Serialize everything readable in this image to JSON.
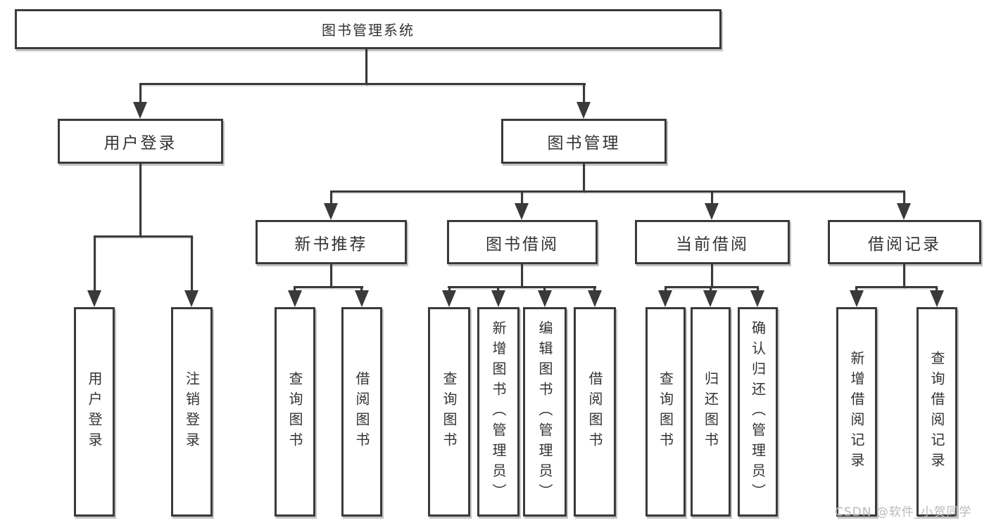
{
  "tree": {
    "label": "图书管理系统",
    "children": [
      {
        "label": "用户登录",
        "children": [
          {
            "label": "用户登录"
          },
          {
            "label": "注销登录"
          }
        ]
      },
      {
        "label": "图书管理",
        "children": [
          {
            "label": "新书推荐",
            "children": [
              {
                "label": "查询图书"
              },
              {
                "label": "借阅图书"
              }
            ]
          },
          {
            "label": "图书借阅",
            "children": [
              {
                "label": "查询图书"
              },
              {
                "label": "新增图书（管理员）"
              },
              {
                "label": "编辑图书（管理员）"
              },
              {
                "label": "借阅图书"
              }
            ]
          },
          {
            "label": "当前借阅",
            "children": [
              {
                "label": "查询图书"
              },
              {
                "label": "归还图书"
              },
              {
                "label": "确认归还（管理员）"
              }
            ]
          },
          {
            "label": "借阅记录",
            "children": [
              {
                "label": "新增借阅记录"
              },
              {
                "label": "查询借阅记录"
              }
            ]
          }
        ]
      }
    ]
  },
  "watermark": {
    "text": "CSDN @软件_小贺同学"
  },
  "colors": {
    "line": "#3a3a3a",
    "text": "#333333",
    "box_background": "#ffffff",
    "page_background": "#ffffff",
    "shadow": "#c4c4c4",
    "watermark": "#b9b9b9"
  }
}
